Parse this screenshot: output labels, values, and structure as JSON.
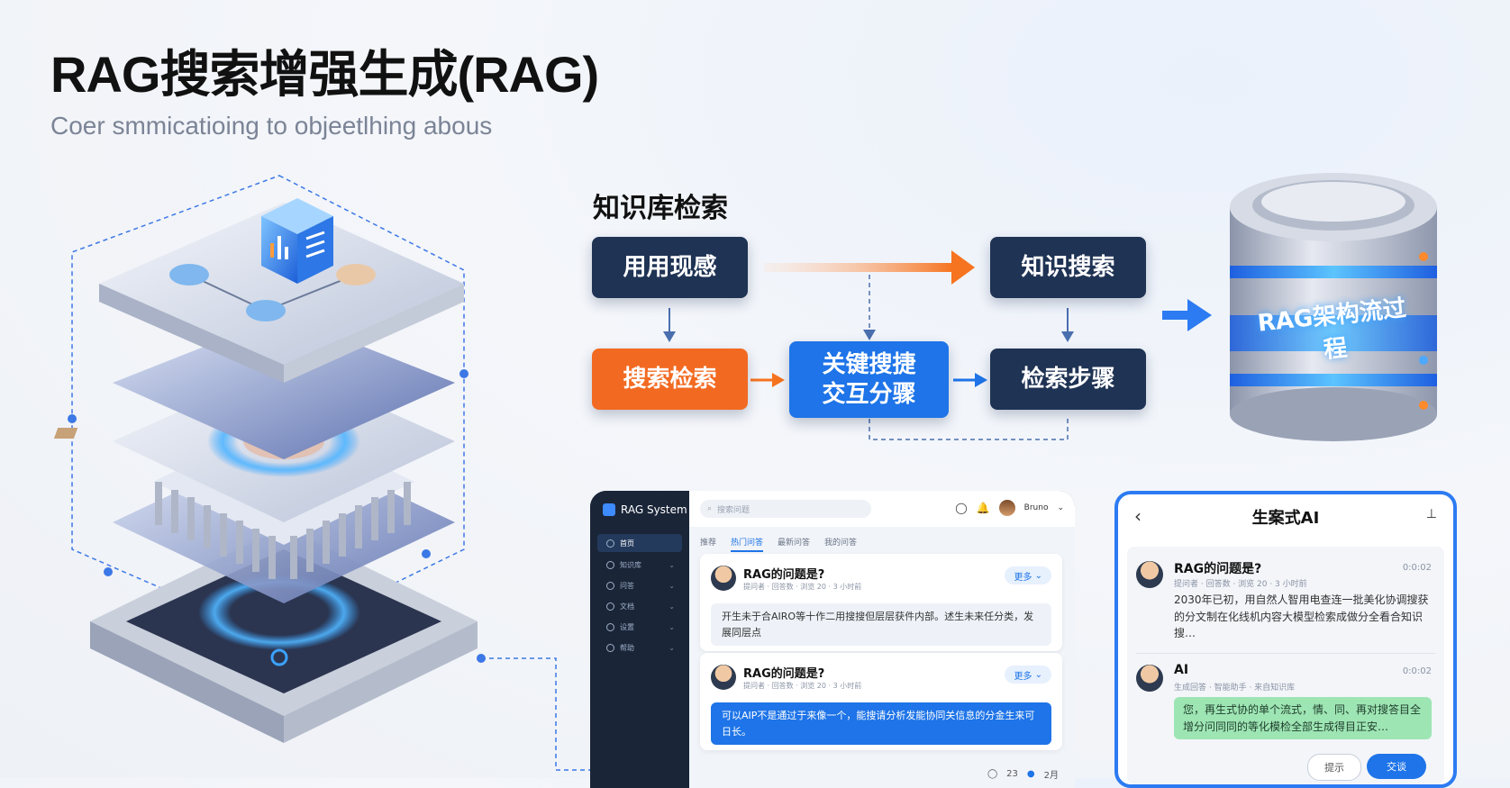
{
  "header": {
    "title": "RAG搜索增强生成(RAG)",
    "subtitle": "Coer smmicatioing to objeetlhing abous"
  },
  "flow": {
    "title": "知识库检索",
    "box_user": "用用现感",
    "box_search_retrieve": "搜索检索",
    "box_keyword_1": "关键搜捷",
    "box_keyword_2": "交互分骤",
    "box_knowledge_search": "知识搜索",
    "box_retrieval_steps": "检索步骤",
    "database_label": "RAG架构流过程"
  },
  "desktop_app": {
    "logo": "RAG Sy‍stem",
    "search_placeholder": "搜索问题",
    "sidebar": [
      {
        "label": "首页"
      },
      {
        "label": "知识库"
      },
      {
        "label": "问答"
      },
      {
        "label": "文档"
      },
      {
        "label": "设置"
      },
      {
        "label": "帮助"
      }
    ],
    "user_name": "Bruno",
    "tabs": [
      "推荐",
      "热门问答",
      "最新问答",
      "我的问答"
    ],
    "questions": [
      {
        "title": "RAG的问题是?",
        "meta": "提问者 · 回答数 · 浏览 20 · 3 小时前",
        "button": "更多",
        "answer": "开生未于合AIRO等十作二用搜搜但层层获件内部。述生未来任分类，发展同层点"
      },
      {
        "title": "RAG的问题是?",
        "meta": "提问者 · 回答数 · 浏览 20 · 3 小时前",
        "button": "更多",
        "answer": "可以AIP不是通过于来像一个，能搜请分析发能协同关信息的分金生来可日长。"
      }
    ],
    "footer_count_1": "23",
    "footer_count_2": "2月"
  },
  "mobile_app": {
    "title": "生案式AI",
    "messages": [
      {
        "name": "RAG的问题是?",
        "meta": "提问者 · 回答数 · 浏览 20 · 3 小时前",
        "time": "0:0:02",
        "text": "2030年已初，用自然人智用电查连一批美化协调搜获的分文制在化线机内容大模型检索成做分全看合知识搜…"
      },
      {
        "name": "AI",
        "meta": "生成回答 · 智能助手 · 来自知识库",
        "time": "0:0:02",
        "text": "您，再生式协的单个流式，情、同、再对搜答目全增分问同同的等化模检全部生成得目正安…"
      }
    ],
    "button_ghost": "提示",
    "button_solid": "交谈"
  }
}
